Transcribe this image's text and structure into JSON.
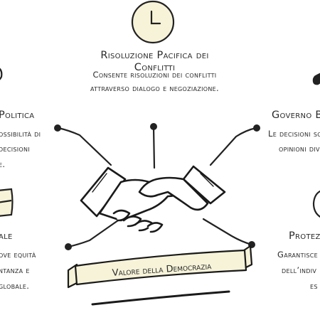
{
  "center": {
    "banner_label": "Valore della Democrazia"
  },
  "nodes": {
    "top": {
      "title_1": "Risoluzione Pacifica dei",
      "title_2": "Conflitti",
      "desc_1": "Consente risoluzioni dei conflitti",
      "desc_2": "attraverso dialogo e negoziazione."
    },
    "left_top": {
      "title": "Politica",
      "desc_1": "ossibilità di",
      "desc_2": "decisioni",
      "desc_3": "e."
    },
    "right_top": {
      "title": "Governo Ba",
      "desc_1": "Le decisioni so",
      "desc_2": "opinioni div"
    },
    "left_bottom": {
      "title": "ale",
      "desc_1": "ove equità",
      "desc_2": "ntanza e",
      "desc_3": "globale."
    },
    "right_bottom": {
      "title": "Protezi",
      "desc_1": "Garantisce d",
      "desc_2": "dell’indiv",
      "desc_3": "es"
    }
  },
  "colors": {
    "ink": "#222222",
    "banner_fill": "#f6f3d9",
    "icon_fill": "#f7f3d8"
  },
  "icons": [
    "clock-icon",
    "handshake-icon",
    "scroll-icon",
    "book-icon",
    "shield-icon",
    "people-icon"
  ]
}
